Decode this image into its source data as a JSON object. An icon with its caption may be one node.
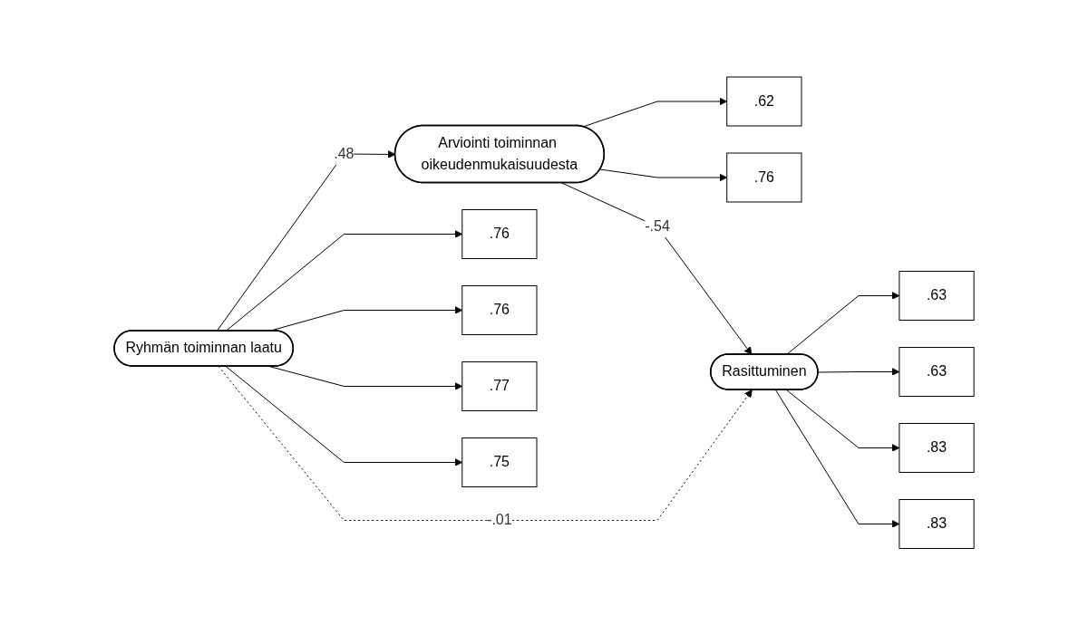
{
  "diagram": {
    "nodes": [
      {
        "text": [
          ".62"
        ]
      },
      {
        "text": [
          ".76"
        ]
      },
      {
        "text": [
          "Arviointi toiminnan oikeudenmukaisuudesta"
        ]
      },
      {
        "text": [
          ".63"
        ]
      },
      {
        "text": [
          ".63"
        ]
      },
      {
        "text": [
          "Ryhmän toiminnan laatu"
        ]
      },
      {
        "text": [
          "Rasittuminen"
        ]
      },
      {
        "text": [
          ".83"
        ]
      },
      {
        "text": [
          ".83"
        ]
      },
      {
        "text": [
          ".76"
        ]
      },
      {
        "text": [
          ".76"
        ]
      },
      {
        "text": [
          ".77"
        ]
      },
      {
        "text": [
          ".75"
        ]
      }
    ],
    "edges": [
      {
        "from": 2,
        "to": 0,
        "arrow": "to"
      },
      {
        "from": 2,
        "to": 1,
        "arrow": "to"
      },
      {
        "from": 5,
        "to": 2,
        "arrow": "to",
        "label": ".48"
      },
      {
        "from": 2,
        "to": 6,
        "arrow": "to",
        "label": "-.54"
      },
      {
        "from": 5,
        "to": 6,
        "arrow": "to",
        "label": "-.01",
        "style": "dashed"
      },
      {
        "from": 6,
        "to": 3,
        "arrow": "to"
      },
      {
        "from": 6,
        "to": 4,
        "arrow": "to"
      },
      {
        "from": 6,
        "to": 7,
        "arrow": "to"
      },
      {
        "from": 6,
        "to": 8,
        "arrow": "to"
      },
      {
        "from": 5,
        "to": 9,
        "arrow": "to"
      },
      {
        "from": 5,
        "to": 10,
        "arrow": "to"
      },
      {
        "from": 5,
        "to": 11,
        "arrow": "to"
      },
      {
        "from": 5,
        "to": 12,
        "arrow": "to"
      }
    ]
  }
}
